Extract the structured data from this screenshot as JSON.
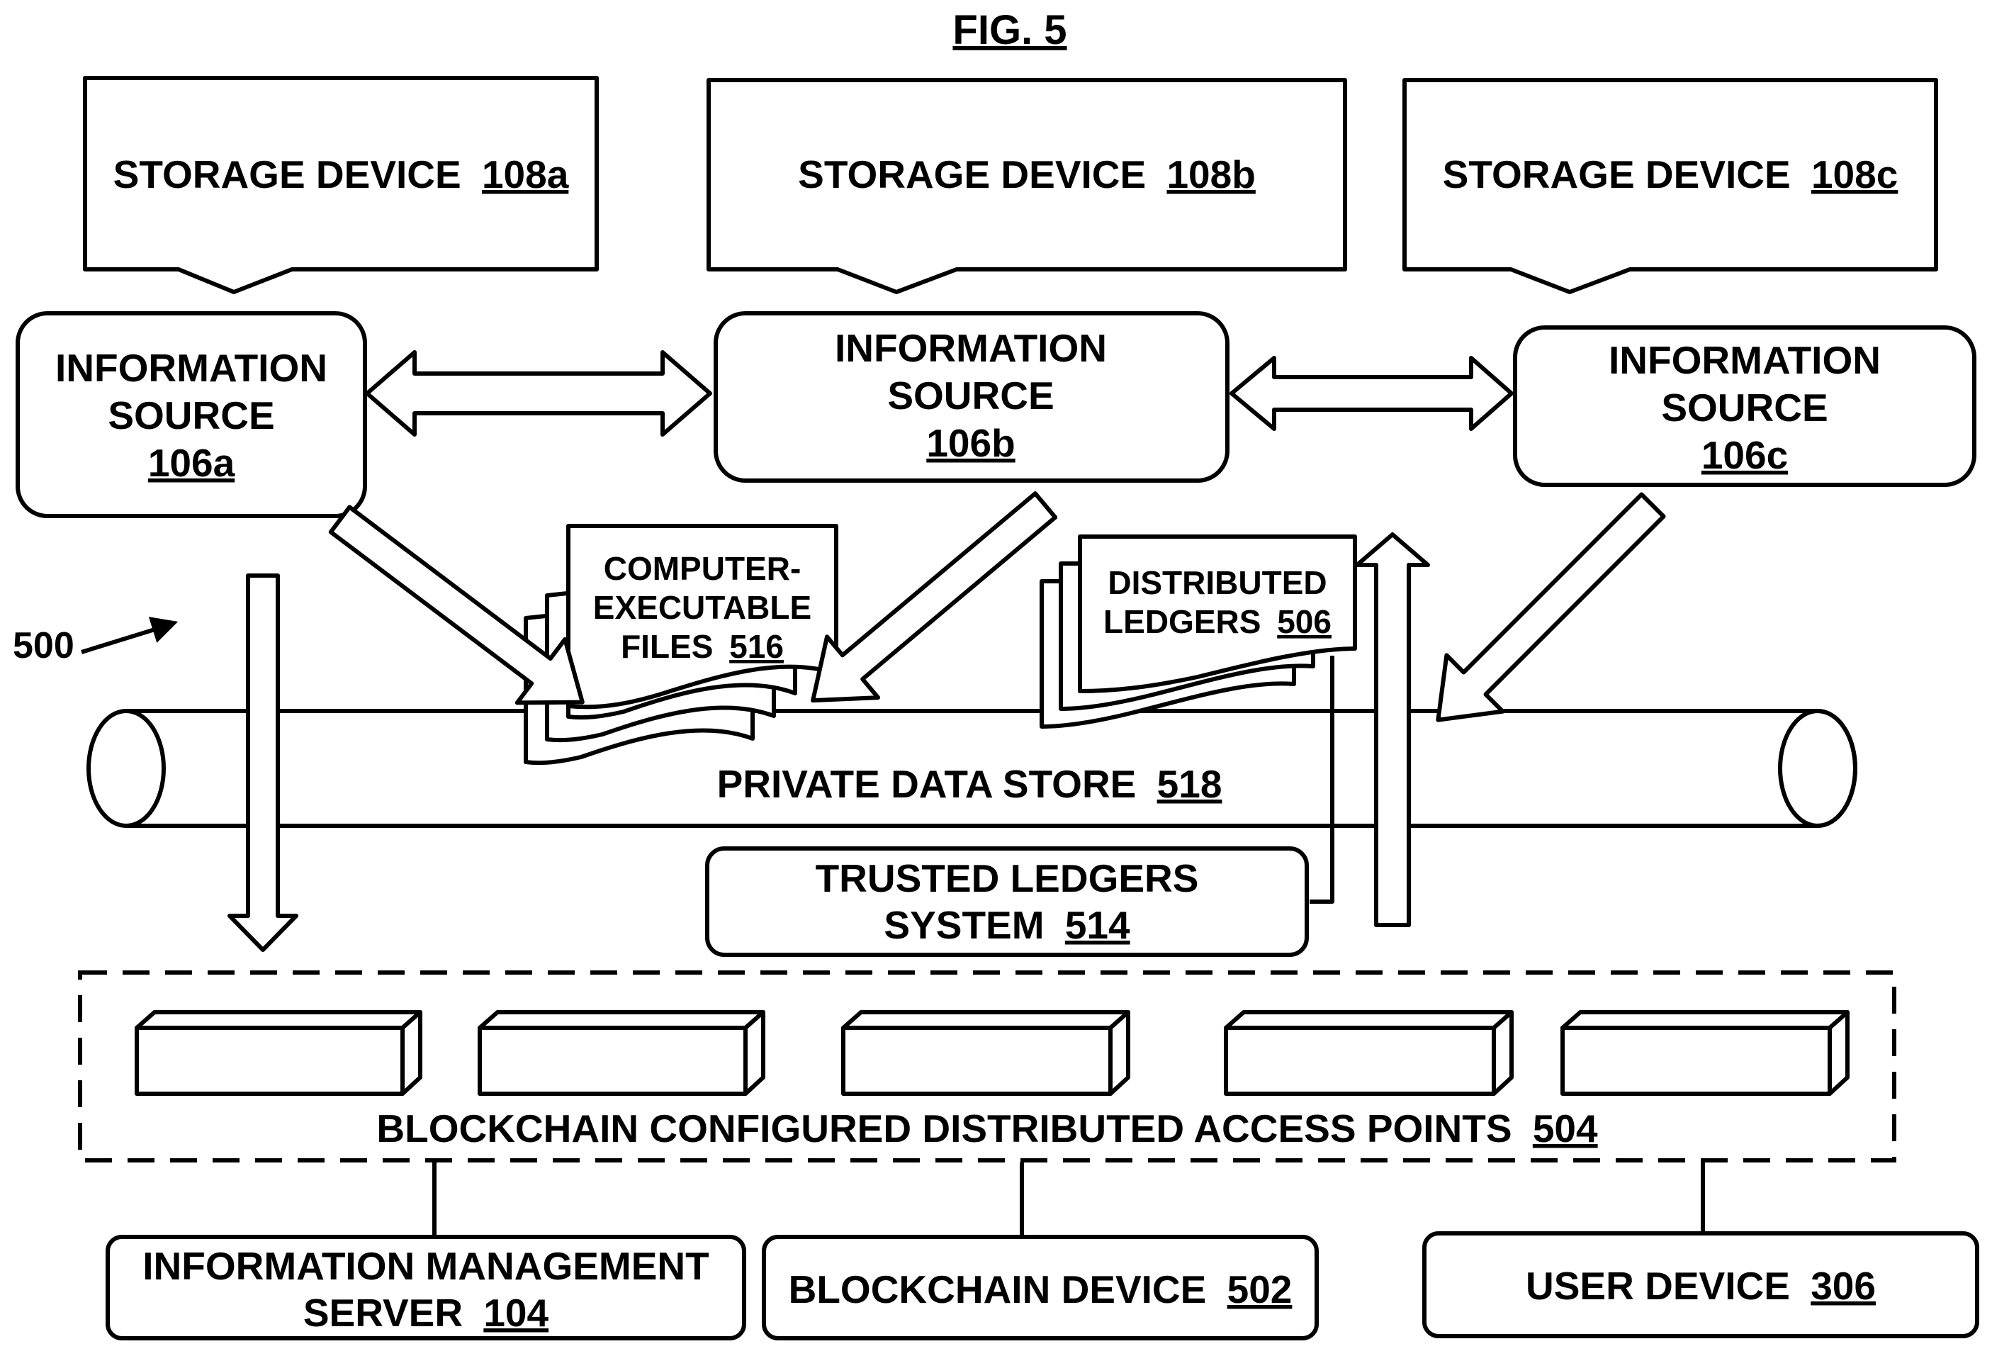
{
  "figure": {
    "title": "FIG. 5",
    "ref": "500"
  },
  "storage_devices": [
    {
      "label": "STORAGE DEVICE",
      "ref": "108a"
    },
    {
      "label": "STORAGE DEVICE",
      "ref": "108b"
    },
    {
      "label": "STORAGE DEVICE",
      "ref": "108c"
    }
  ],
  "information_sources": [
    {
      "line1": "INFORMATION",
      "line2": "SOURCE",
      "ref": "106a"
    },
    {
      "line1": "INFORMATION",
      "line2": "SOURCE",
      "ref": "106b"
    },
    {
      "line1": "INFORMATION",
      "line2": "SOURCE",
      "ref": "106c"
    }
  ],
  "files": {
    "line1": "COMPUTER-",
    "line2": "EXECUTABLE",
    "line3": "FILES",
    "ref": "516"
  },
  "ledgers": {
    "line1": "DISTRIBUTED",
    "line2": "LEDGERS",
    "ref": "506"
  },
  "private_store": {
    "label": "PRIVATE DATA STORE",
    "ref": "518"
  },
  "trusted": {
    "line1": "TRUSTED LEDGERS",
    "line2": "SYSTEM",
    "ref": "514"
  },
  "access_points": {
    "label": "BLOCKCHAIN CONFIGURED DISTRIBUTED ACCESS POINTS",
    "ref": "504"
  },
  "server": {
    "line1": "INFORMATION MANAGEMENT",
    "line2": "SERVER",
    "ref": "104"
  },
  "blockchain_device": {
    "label": "BLOCKCHAIN DEVICE",
    "ref": "502"
  },
  "user_device": {
    "label": "USER DEVICE",
    "ref": "306"
  }
}
